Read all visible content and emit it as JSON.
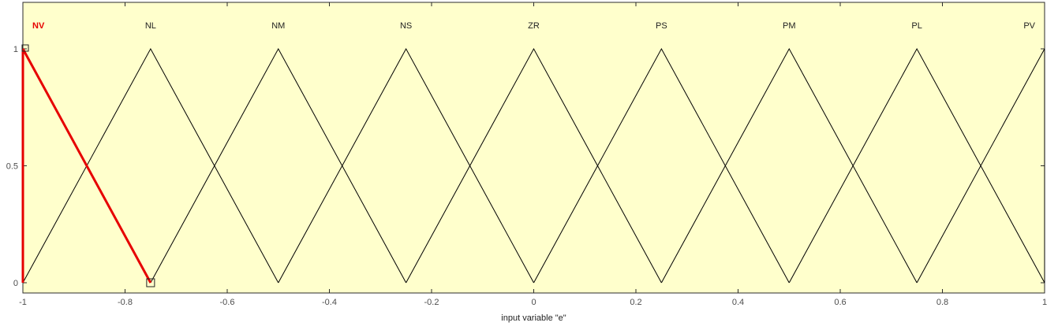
{
  "chart_data": {
    "type": "line",
    "xlabel": "input variable \"e\"",
    "xlim": [
      -1,
      1
    ],
    "ylim": [
      0,
      1
    ],
    "x_ticks": [
      "-1",
      "-0.8",
      "-0.6",
      "-0.4",
      "-0.2",
      "0",
      "0.2",
      "0.4",
      "0.6",
      "0.8",
      "1"
    ],
    "y_ticks": [
      "0",
      "0.5",
      "1"
    ],
    "grid": false,
    "selected": "NV",
    "colors": {
      "plot_background": "#ffffcc",
      "normal_line": "#000000",
      "selected_line": "#e60000"
    },
    "series": [
      {
        "name": "NV",
        "x": [
          -1,
          -1,
          -0.75
        ],
        "y": [
          0,
          1,
          0
        ]
      },
      {
        "name": "NL",
        "x": [
          -1,
          -0.75,
          -0.5
        ],
        "y": [
          0,
          1,
          0
        ]
      },
      {
        "name": "NM",
        "x": [
          -0.75,
          -0.5,
          -0.25
        ],
        "y": [
          0,
          1,
          0
        ]
      },
      {
        "name": "NS",
        "x": [
          -0.5,
          -0.25,
          0
        ],
        "y": [
          0,
          1,
          0
        ]
      },
      {
        "name": "ZR",
        "x": [
          -0.25,
          0,
          0.25
        ],
        "y": [
          0,
          1,
          0
        ]
      },
      {
        "name": "PS",
        "x": [
          0,
          0.25,
          0.5
        ],
        "y": [
          0,
          1,
          0
        ]
      },
      {
        "name": "PM",
        "x": [
          0.25,
          0.5,
          0.75
        ],
        "y": [
          0,
          1,
          0
        ]
      },
      {
        "name": "PL",
        "x": [
          0.5,
          0.75,
          1
        ],
        "y": [
          0,
          1,
          0
        ]
      },
      {
        "name": "PV",
        "x": [
          0.75,
          1,
          1
        ],
        "y": [
          0,
          1,
          0
        ]
      }
    ]
  }
}
